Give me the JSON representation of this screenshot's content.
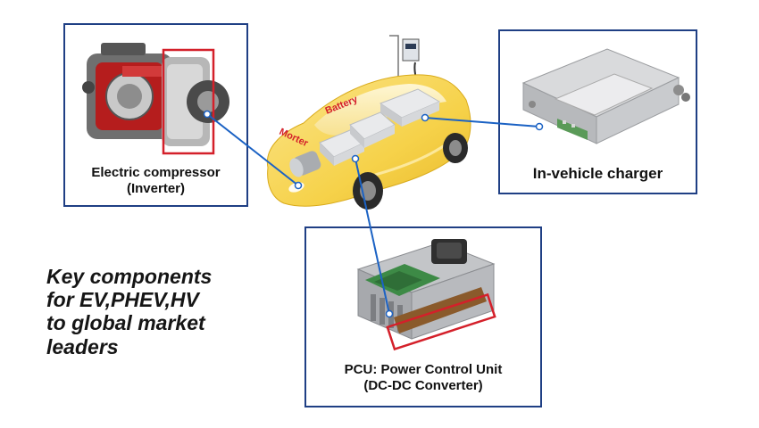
{
  "labels": {
    "battery": "Battery",
    "motor": "Morter"
  },
  "compressor": {
    "title_line1": "Electric compressor",
    "title_line2": "(Inverter)"
  },
  "charger": {
    "title": "In-vehicle charger"
  },
  "pcu": {
    "title_line1": "PCU: Power Control Unit",
    "title_line2": "(DC-DC Converter)"
  },
  "tagline": {
    "line1": "Key components",
    "line2": "for EV,PHEV,HV",
    "line3": "to global market",
    "line4": "leaders"
  },
  "colors": {
    "frame_border": "#1f3f84",
    "connector": "#1b62c4",
    "highlight": "#d4202a",
    "car_body": "#f6d24a",
    "label_red": "#d4202a"
  }
}
